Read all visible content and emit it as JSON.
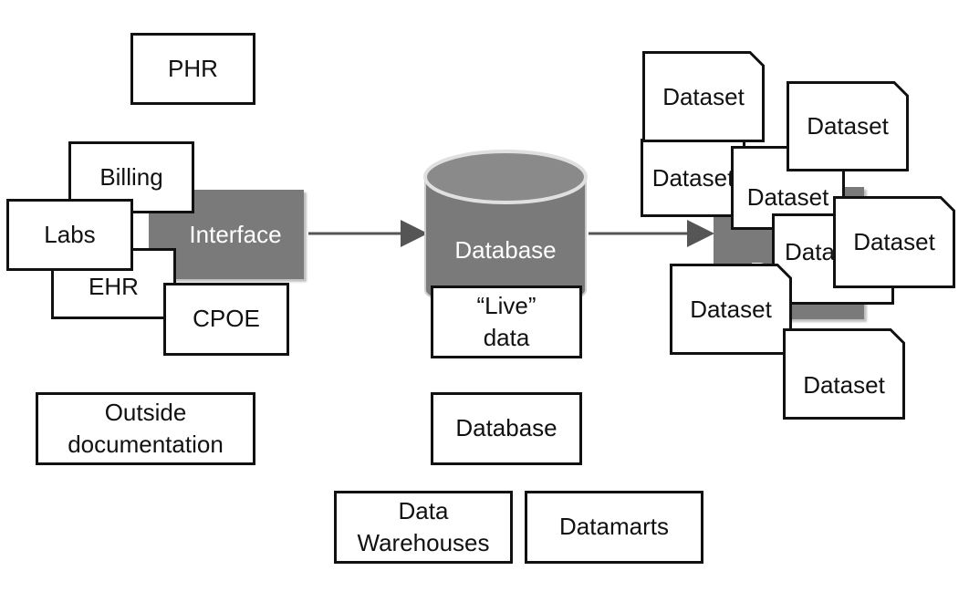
{
  "sources": {
    "phr": "PHR",
    "billing": "Billing",
    "labs": "Labs",
    "ehr": "EHR",
    "cpoe": "CPOE",
    "outside_line1": "Outside",
    "outside_line2": "documentation"
  },
  "interface": "Interface",
  "database_cylinder": "Database",
  "live_data_line1": "“Live”",
  "live_data_line2": "data",
  "database_box": "Database",
  "data_warehouses_line1": "Data",
  "data_warehouses_line2": "Warehouses",
  "datamarts": "Datamarts",
  "repository_partial": "Re",
  "datasets": [
    "Dataset",
    "Dataset",
    "Dataset",
    "Dataset",
    "Dataset",
    "Dataset",
    "Dataset",
    "Dataset"
  ],
  "colors": {
    "gray": "#7a7a7a",
    "border": "#111111",
    "arrow": "#555555"
  }
}
